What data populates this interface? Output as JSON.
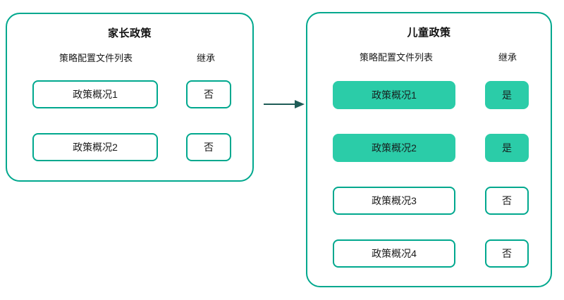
{
  "diagram": {
    "title_semantic": "policy-inheritance-flow",
    "background_color": "#ffffff",
    "accent_color": "#00a88e",
    "highlight_fill_color": "#2bcca8",
    "arrow_color": "#1f5c57"
  },
  "parent_panel": {
    "title": "家长政策",
    "columns": {
      "profile_list": "策略配置文件列表",
      "inheritance": "继承"
    },
    "rows": [
      {
        "profile": "政策概况1",
        "inherited": "否",
        "highlighted": false
      },
      {
        "profile": "政策概况2",
        "inherited": "否",
        "highlighted": false
      }
    ]
  },
  "child_panel": {
    "title": "儿童政策",
    "columns": {
      "profile_list": "策略配置文件列表",
      "inheritance": "继承"
    },
    "rows": [
      {
        "profile": "政策概况1",
        "inherited": "是",
        "highlighted": true
      },
      {
        "profile": "政策概况2",
        "inherited": "是",
        "highlighted": true
      },
      {
        "profile": "政策概况3",
        "inherited": "否",
        "highlighted": false
      },
      {
        "profile": "政策概况4",
        "inherited": "否",
        "highlighted": false
      }
    ]
  },
  "connector": {
    "icon": "arrow-right-icon",
    "from": "parent_panel",
    "to": "child_panel"
  }
}
